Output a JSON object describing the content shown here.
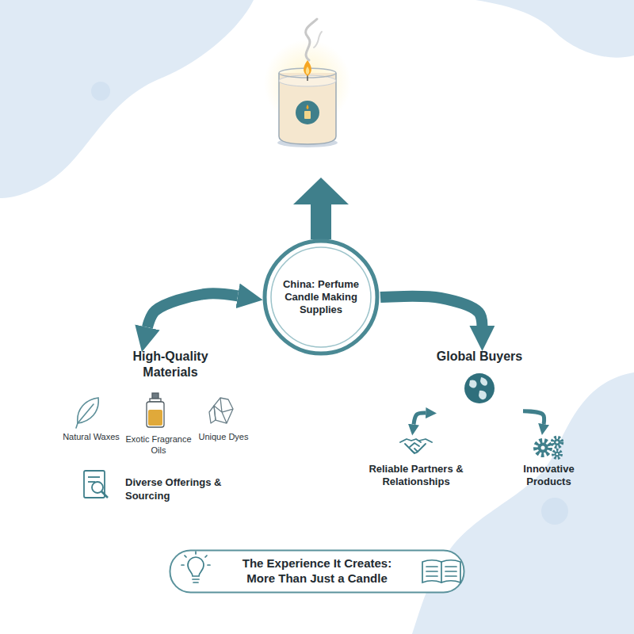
{
  "diagram": {
    "nodes": [
      {
        "text": [
          "China: Perfume Candle Making Supplies"
        ]
      },
      {
        "text": [
          "High-Quality Materials"
        ]
      },
      {
        "text": [
          "Global Buyers"
        ]
      },
      {
        "text": [
          "Reliable Partners & Relationships"
        ]
      },
      {
        "text": [
          "Innovative Products"
        ]
      },
      {
        "text": [
          "The Experience It Creates: More Than Just a Candle"
        ]
      }
    ],
    "edges": [
      {
        "from": 1,
        "to": 0,
        "arrow": "both"
      },
      {
        "from": 0,
        "to": 2,
        "arrow": "to"
      },
      {
        "from": 2,
        "to": 3,
        "arrow": "both"
      },
      {
        "from": 2,
        "to": 4,
        "arrow": "to"
      }
    ],
    "labels": [
      "Natural Waxes",
      "Exotic Fragrance Oils",
      "Unique Dyes",
      "Diverse Offerings & Sourcing"
    ]
  }
}
